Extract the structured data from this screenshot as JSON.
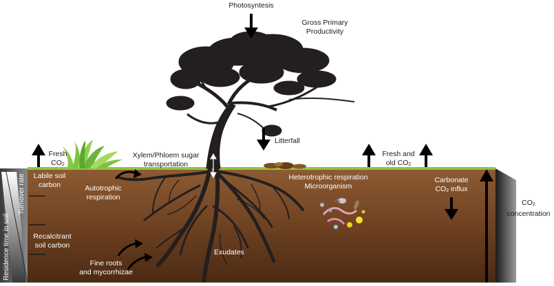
{
  "labels": {
    "photosynthesis": "Photosyntesis",
    "gpp_line1": "Gross Primary",
    "gpp_line2": "Productivity",
    "litterfall": "Litterfall",
    "fresh_co2_line1": "Fresh",
    "fresh_co2_line2": "CO",
    "fresh_co2_sub": "2",
    "xylem_line1": "Xylem/Phloem sugar",
    "xylem_line2": "transportation",
    "fresh_old_line1": "Fresh and",
    "fresh_old_line2": "old CO",
    "fresh_old_sub": "2",
    "labile_line1": "Labile soil",
    "labile_line2": "carbon",
    "autotrophic_line1": "Autotrophic",
    "autotrophic_line2": "respiration",
    "heterotrophic": "Heterotrophic respiration",
    "microorganism": "Microorganism",
    "carbonate_line1": "Carbonate",
    "carbonate_line2": "CO",
    "carbonate_sub": "2",
    "carbonate_line2_end": " influx",
    "co2conc_line1": "CO",
    "co2conc_sub": "2",
    "co2conc_line2": "concentration",
    "recalcitrant_line1": "Recalcitrant",
    "recalcitrant_line2": "soil carbon",
    "exudates": "Exudates",
    "fine_roots_line1": "Fine roots",
    "fine_roots_line2": "and mycorrhizae",
    "turnover_rate": "Turnover rate",
    "residence_time": "Residence time in soil"
  },
  "colors": {
    "soil_top": "#8a5a34",
    "soil_bottom": "#4a2a14",
    "grass_line": "#8cc63f",
    "tree": "#231f20",
    "arrow": "#000000",
    "left_band": "#9a9a9a",
    "right_wedge": "#555555"
  }
}
